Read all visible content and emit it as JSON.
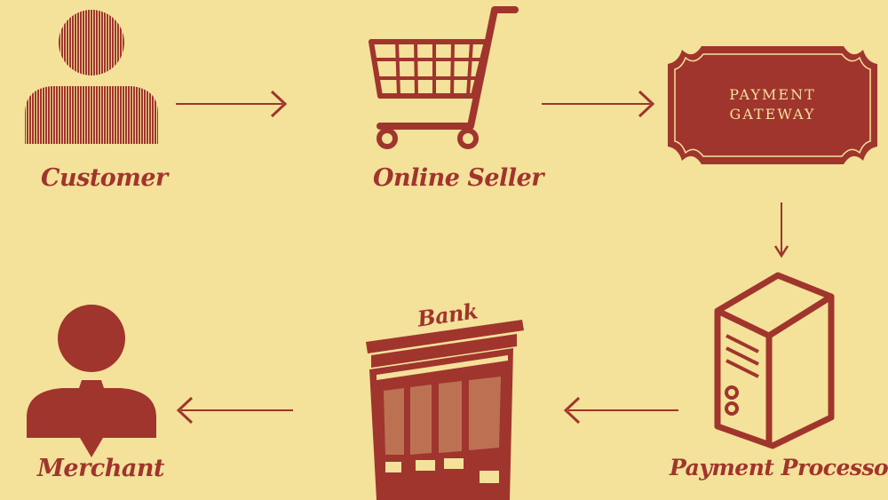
{
  "nodes": {
    "customer": {
      "label": "Customer",
      "icon": "person-icon"
    },
    "online_seller": {
      "label": "Online Seller",
      "icon": "shopping-cart-icon"
    },
    "payment_gateway": {
      "line1": "PAYMENT",
      "line2": "GATEWAY",
      "icon": "badge-frame-icon"
    },
    "payment_processor": {
      "label": "Payment Processor",
      "icon": "server-tower-icon"
    },
    "bank": {
      "label": "Bank",
      "icon": "bank-storefront-icon"
    },
    "merchant": {
      "label": "Merchant",
      "icon": "merchant-person-icon"
    }
  },
  "colors": {
    "background": "#f4e19a",
    "accent": "#a0352d"
  }
}
